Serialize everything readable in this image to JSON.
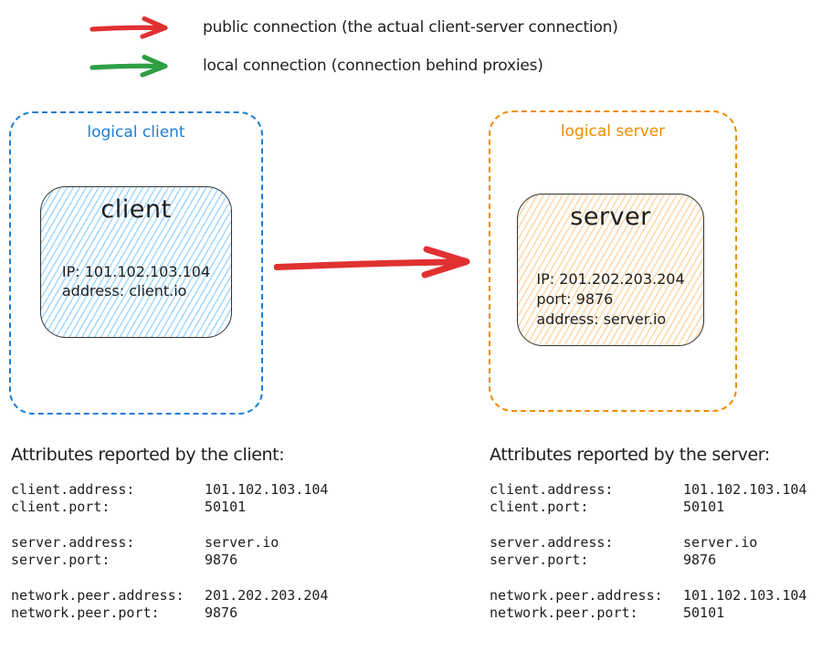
{
  "colors": {
    "public_red": "#e03131",
    "local_green": "#2f9e44",
    "client_blue": "#1c7ed6",
    "server_orange": "#f08c00",
    "client_hatch": "#a5d8ff",
    "server_hatch": "#ffd8a8",
    "ink": "#1e1e1e"
  },
  "legend": {
    "public": {
      "label": "public connection (the actual client-server connection)",
      "icon": "red-arrow"
    },
    "local": {
      "label": "local connection (connection behind proxies)",
      "icon": "green-arrow"
    }
  },
  "diagram": {
    "logical_client": {
      "label": "logical client",
      "node": {
        "title": "client",
        "lines": [
          "IP: 101.102.103.104",
          "address: client.io"
        ]
      }
    },
    "logical_server": {
      "label": "logical server",
      "node": {
        "title": "server",
        "lines": [
          "IP: 201.202.203.204",
          "port: 9876",
          "address: server.io"
        ]
      }
    },
    "connection_arrow": "public"
  },
  "tables": [
    {
      "title": "Attributes reported by the client:",
      "groups": [
        [
          {
            "key": "client.address:",
            "value": "101.102.103.104"
          },
          {
            "key": "client.port:",
            "value": "50101"
          }
        ],
        [
          {
            "key": "server.address:",
            "value": "server.io"
          },
          {
            "key": "server.port:",
            "value": "9876"
          }
        ],
        [
          {
            "key": "network.peer.address:",
            "value": "201.202.203.204"
          },
          {
            "key": "network.peer.port:",
            "value": "9876"
          }
        ]
      ]
    },
    {
      "title": "Attributes reported by the server:",
      "groups": [
        [
          {
            "key": "client.address:",
            "value": "101.102.103.104"
          },
          {
            "key": "client.port:",
            "value": "50101"
          }
        ],
        [
          {
            "key": "server.address:",
            "value": "server.io"
          },
          {
            "key": "server.port:",
            "value": "9876"
          }
        ],
        [
          {
            "key": "network.peer.address:",
            "value": "101.102.103.104"
          },
          {
            "key": "network.peer.port:",
            "value": "50101"
          }
        ]
      ]
    }
  ]
}
